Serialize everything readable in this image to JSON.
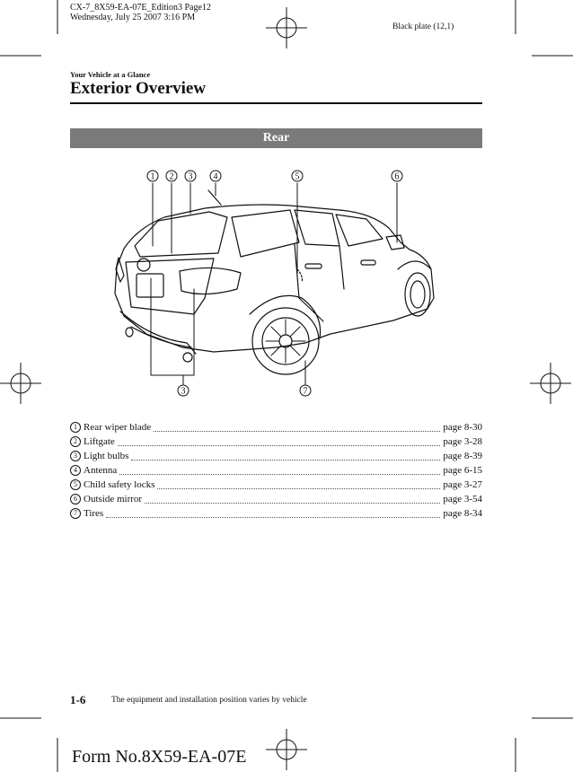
{
  "header": {
    "line1": "CX-7_8X59-EA-07E_Edition3 Page12",
    "line2": "Wednesday, July 25 2007 3:16 PM",
    "plate": "Black plate (12,1)"
  },
  "section_label": "Your Vehicle at a Glance",
  "page_title": "Exterior Overview",
  "subsection": "Rear",
  "figure": {
    "callouts_top": [
      "1",
      "2",
      "3",
      "4",
      "5",
      "6"
    ],
    "callouts_bottom": [
      "3",
      "7"
    ]
  },
  "legend": [
    {
      "num": "1",
      "label": "Rear wiper blade",
      "page": "page 8-30"
    },
    {
      "num": "2",
      "label": "Liftgate",
      "page": "page 3-28"
    },
    {
      "num": "3",
      "label": "Light bulbs",
      "page": "page 8-39"
    },
    {
      "num": "4",
      "label": "Antenna",
      "page": "page 6-15"
    },
    {
      "num": "5",
      "label": "Child safety locks",
      "page": "page 3-27"
    },
    {
      "num": "6",
      "label": "Outside mirror",
      "page": "page 3-54"
    },
    {
      "num": "7",
      "label": "Tires",
      "page": "page 8-34"
    }
  ],
  "footer": {
    "page_number": "1-6",
    "note": "The equipment and installation position varies by vehicle",
    "form_number": "Form No.8X59-EA-07E"
  }
}
